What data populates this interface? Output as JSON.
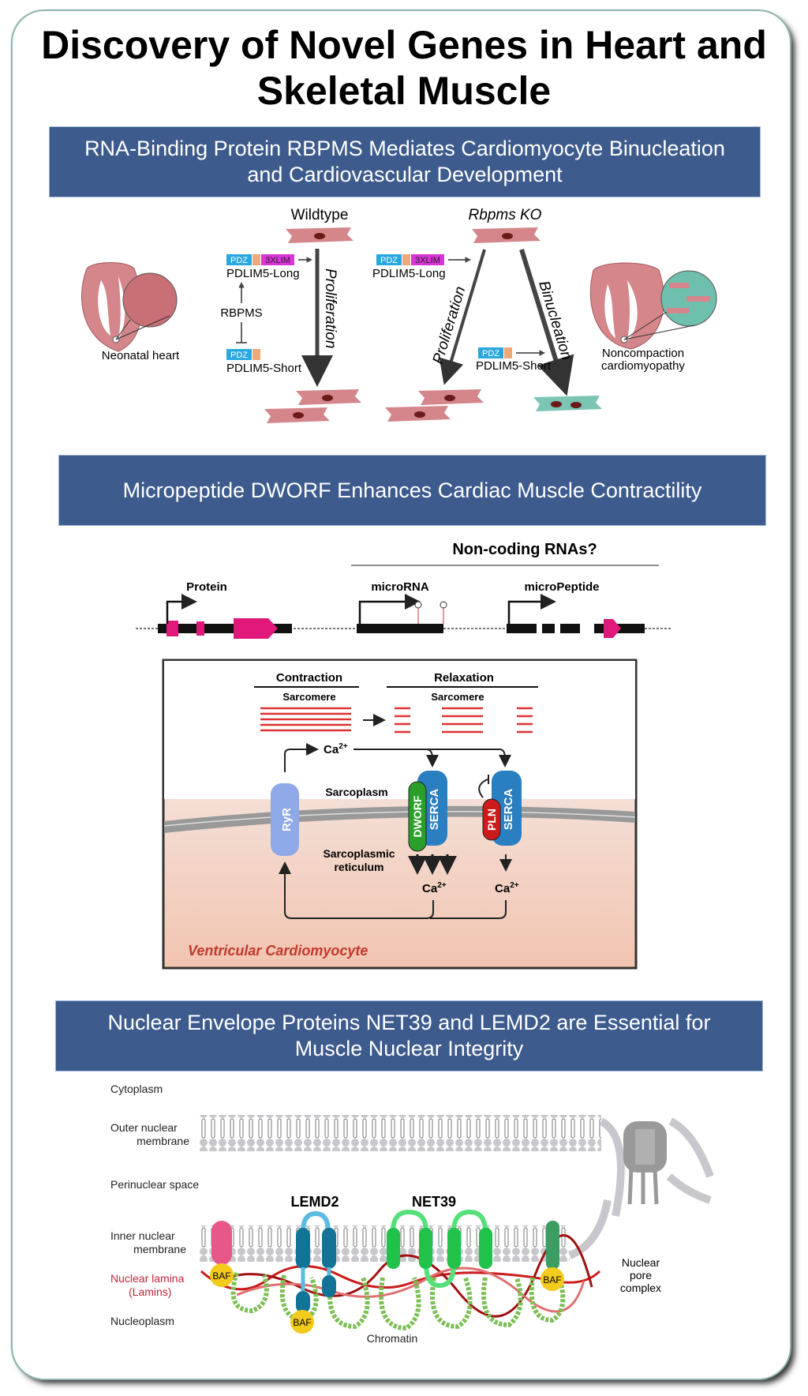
{
  "title": "Discovery of Novel Genes in Heart and Skeletal Muscle",
  "sections": [
    {
      "banner": "RNA-Binding Protein RBPMS Mediates Cardiomyocyte Binucleation and Cardiovascular Development",
      "labels": {
        "neonatal_heart": "Neonatal heart",
        "wildtype": "Wildtype",
        "rbpms_ko": "Rbpms KO",
        "pdz": "PDZ",
        "lim": "3XLIM",
        "pdlim5_long": "PDLIM5-Long",
        "pdlim5_short": "PDLIM5-Short",
        "rbpms": "RBPMS",
        "proliferation": "Proliferation",
        "binucleation": "Binucleation",
        "noncompaction_1": "Noncompaction",
        "noncompaction_2": "cardiomyopathy"
      }
    },
    {
      "banner": "Micropeptide DWORF Enhances Cardiac Muscle Contractility",
      "labels": {
        "noncoding": "Non-coding RNAs?",
        "protein": "Protein",
        "microrna": "microRNA",
        "micropeptide": "microPeptide",
        "contraction": "Contraction",
        "relaxation": "Relaxation",
        "sarcomere": "Sarcomere",
        "ca": "Ca",
        "ca_sup": "2+",
        "sarcoplasm": "Sarcoplasm",
        "sr_1": "Sarcoplasmic",
        "sr_2": "reticulum",
        "ryr": "RyR",
        "dworf": "DWORF",
        "serca": "SERCA",
        "pln": "PLN",
        "cell": "Ventricular Cardiomyocyte"
      }
    },
    {
      "banner": "Nuclear Envelope Proteins NET39 and LEMD2 are Essential for Muscle Nuclear Integrity",
      "labels": {
        "cytoplasm": "Cytoplasm",
        "onm_1": "Outer nuclear",
        "onm_2": "membrane",
        "perinuclear": "Perinuclear space",
        "inm_1": "Inner nuclear",
        "inm_2": "membrane",
        "lamina_1": "Nuclear lamina",
        "lamina_2": "(Lamins)",
        "nucleoplasm": "Nucleoplasm",
        "lemd2": "LEMD2",
        "net39": "NET39",
        "baf": "BAF",
        "npc_1": "Nuclear",
        "npc_2": "pore",
        "npc_3": "complex",
        "chromatin": "Chromatin"
      }
    }
  ],
  "colors": {
    "banner": "#3e5b8e",
    "cell_pink": "#d4868a",
    "cell_teal": "#7cc4b4",
    "pdz": "#29a8e0",
    "lim": "#d836d6",
    "linker": "#f0a878",
    "exon": "#e0187a",
    "serca": "#2a7fc1",
    "dworf": "#2aa02a",
    "pln": "#cc1b1b",
    "ryr": "#8fa9e8",
    "lemd2": "#137397",
    "net39": "#22c24a",
    "baf": "#f3cb1c",
    "lamin": "#cc1b1b",
    "cell_label": "#c0392b"
  }
}
